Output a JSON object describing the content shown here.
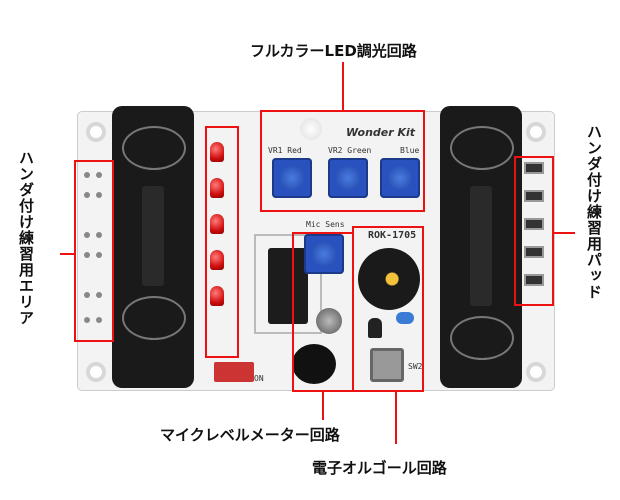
{
  "labels": {
    "top": "フルカラーLED調光回路",
    "left": "ハンダ付け練習用エリア",
    "right": "ハンダ付け練習用パッド",
    "bottom_mic": "マイクレベルメーター回路",
    "bottom_buzzer": "電子オルゴール回路"
  },
  "board_text": {
    "brand": "Wonder Kit",
    "vr1": "VR1 Red",
    "vr2": "VR2 Green",
    "vr3": "Blue",
    "mic_sens": "Mic Sens",
    "model": "ROK-1705",
    "sw1": "ON",
    "sw2": "SW2"
  },
  "colors": {
    "highlight": "#e11",
    "board": "#f3f3f3"
  }
}
